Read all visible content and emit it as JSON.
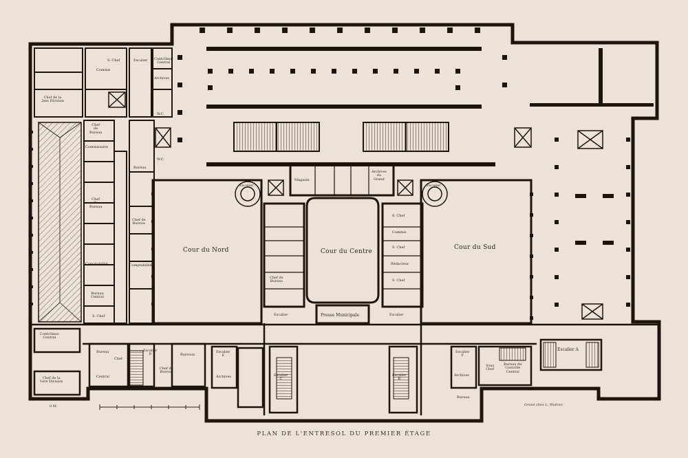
{
  "plan": {
    "caption": "PLAN DE L'ENTRESOL DU PREMIER ÉTAGE",
    "credit": "Grané chez L. Wuhrer.",
    "scale_number": "0 M.",
    "courts": {
      "nord": "Cour du Nord",
      "centre": "Cour du Centre",
      "sud": "Cour du Sud"
    },
    "rooms": {
      "chef_division_top": "Chef de la\n2me Division",
      "s_chef_top": "S. Chef",
      "commis_top": "Commis",
      "escalier_top": "Escalier",
      "controleur_central": "Contrôleur\nCentral",
      "archives_top": "Archives",
      "wc_top": "W.C.",
      "wc_top2": "W.C.",
      "chef_bureau_left": "Chef\nde\nBureau",
      "commissaire": "Commissaire",
      "chef_bureau_left2": "Chef\nde\nBureau",
      "comptabilite": "Comptabilité",
      "bureau_central_left": "Bureau\nCentral",
      "s_chef_left": "S. Chef",
      "bureau_mid": "Bureau",
      "chef_bureau_mid": "Chef de\nBureau",
      "comptabilite_mid": "Comptabilité",
      "magasin": "Magasin",
      "archives_grand": "Archives\ndu\nGrand",
      "escalier_nord": "Escalier",
      "escalier_sud": "Escalier",
      "chef_bureau_centre": "Chef de\nBureau",
      "escalier_centre_g": "Escalier",
      "escalier_centre_d": "Escalier",
      "presse_municipale": "Presse Municipale",
      "s_chef_centre": "S. Chef",
      "commis_centre": "Commis",
      "s_chef_centre2": "S. Chef",
      "redacteur": "Rédacteur",
      "s_chef_centre3": "S. Chef",
      "controleur_bottom": "Contrôleur\nCentral",
      "chef_division_bottom": "Chef de la\n1ère Division",
      "bureau_bottom": "Bureau",
      "chef_bottom": "Chef",
      "central_bottom": "Central",
      "escalier_d": "Escalier\nD",
      "bureaux_bottom": "Bureaux",
      "chef_bureau_bottom": "Chef de\nBureau",
      "escalier_e": "Escalier\nE",
      "archives_bottom": "Archives",
      "escalier_b": "Escalier\nB",
      "escalier_c": "Escalier\nC",
      "escalier_f": "Escalier\nF",
      "archives_bottom_r": "Archives",
      "bureau_bottom_r": "Bureau",
      "sous_chef": "Sous\nChef",
      "bureau_controle": "Bureau du\nContrôle\nCentral",
      "escalier_a": "Escalier A"
    }
  }
}
